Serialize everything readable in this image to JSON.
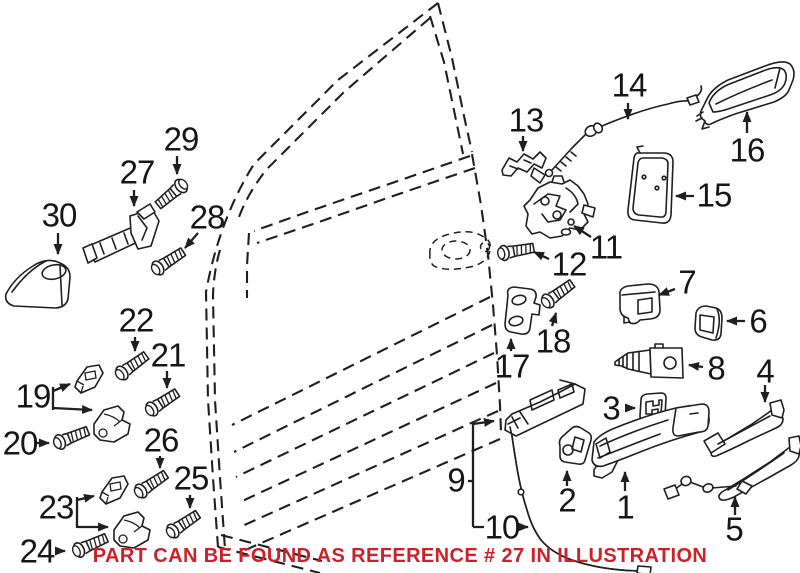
{
  "caption": {
    "text": "PART CAN BE FOUND AS REFERENCE # 27 IN ILLUSTRATION",
    "color": "#cc2127"
  },
  "colors": {
    "line": "#1f1f1f",
    "background": "#ffffff",
    "label": "#161616"
  },
  "parts": [
    {
      "number": "1"
    },
    {
      "number": "2"
    },
    {
      "number": "3"
    },
    {
      "number": "4"
    },
    {
      "number": "5"
    },
    {
      "number": "6"
    },
    {
      "number": "7"
    },
    {
      "number": "8"
    },
    {
      "number": "9"
    },
    {
      "number": "10"
    },
    {
      "number": "11"
    },
    {
      "number": "12"
    },
    {
      "number": "13"
    },
    {
      "number": "14"
    },
    {
      "number": "15"
    },
    {
      "number": "16"
    },
    {
      "number": "17"
    },
    {
      "number": "18"
    },
    {
      "number": "19"
    },
    {
      "number": "20"
    },
    {
      "number": "21"
    },
    {
      "number": "22"
    },
    {
      "number": "23"
    },
    {
      "number": "24"
    },
    {
      "number": "25"
    },
    {
      "number": "26"
    },
    {
      "number": "27"
    },
    {
      "number": "28"
    },
    {
      "number": "29"
    },
    {
      "number": "30"
    }
  ]
}
